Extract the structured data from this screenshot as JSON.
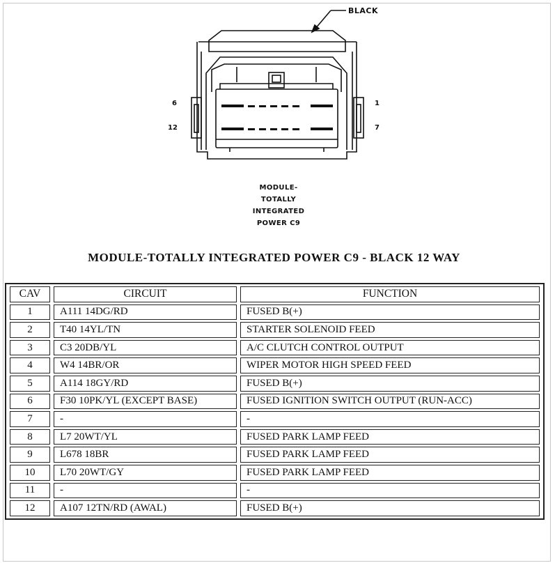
{
  "callout": "BLACK",
  "pins": {
    "top_left": "6",
    "bottom_left": "12",
    "top_right": "1",
    "bottom_right": "7"
  },
  "module_caption": [
    "MODULE-",
    "TOTALLY",
    "INTEGRATED",
    "POWER C9"
  ],
  "title": "MODULE-TOTALLY INTEGRATED POWER C9 - BLACK 12 WAY",
  "table": {
    "headers": [
      "CAV",
      "CIRCUIT",
      "FUNCTION"
    ],
    "rows": [
      [
        "1",
        "A111 14DG/RD",
        "FUSED B(+)"
      ],
      [
        "2",
        "T40 14YL/TN",
        "STARTER SOLENOID FEED"
      ],
      [
        "3",
        "C3 20DB/YL",
        "A/C CLUTCH CONTROL OUTPUT"
      ],
      [
        "4",
        "W4 14BR/OR",
        "WIPER MOTOR HIGH SPEED FEED"
      ],
      [
        "5",
        "A114 18GY/RD",
        "FUSED B(+)"
      ],
      [
        "6",
        "F30 10PK/YL (EXCEPT BASE)",
        "FUSED IGNITION SWITCH OUTPUT (RUN-ACC)"
      ],
      [
        "7",
        "-",
        "-"
      ],
      [
        "8",
        "L7 20WT/YL",
        "FUSED PARK LAMP FEED"
      ],
      [
        "9",
        "L678 18BR",
        "FUSED PARK LAMP FEED"
      ],
      [
        "10",
        "L70 20WT/GY",
        "FUSED PARK LAMP FEED"
      ],
      [
        "11",
        "-",
        "-"
      ],
      [
        "12",
        "A107 12TN/RD (AWAL)",
        "FUSED B(+)"
      ]
    ]
  }
}
